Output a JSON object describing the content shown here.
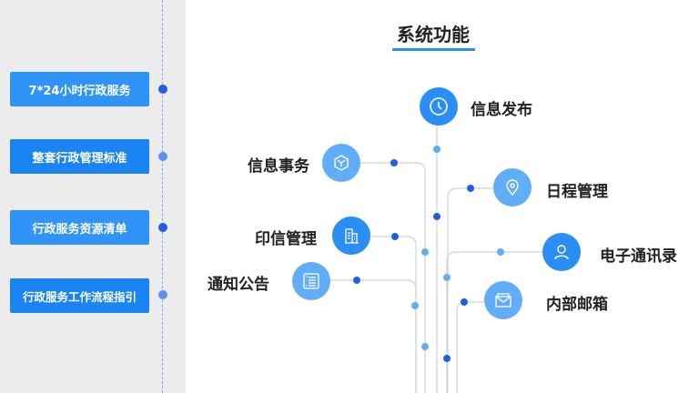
{
  "sidebar": {
    "items": [
      {
        "label": "7*24小时行政服务"
      },
      {
        "label": "整套行政管理标准"
      },
      {
        "label": "行政服务资源清单"
      },
      {
        "label": "行政服务工作流程指引"
      }
    ]
  },
  "main": {
    "title": "系统功能",
    "features": [
      {
        "label": "信息发布",
        "icon": "clock-icon"
      },
      {
        "label": "信息事务",
        "icon": "cube-icon"
      },
      {
        "label": "日程管理",
        "icon": "location-pin-icon"
      },
      {
        "label": "印信管理",
        "icon": "building-icon"
      },
      {
        "label": "电子通讯录",
        "icon": "user-icon"
      },
      {
        "label": "通知公告",
        "icon": "list-icon"
      },
      {
        "label": "内部邮箱",
        "icon": "mail-icon"
      }
    ]
  },
  "colors": {
    "primary": "#2b8ef5",
    "light": "#62adf8",
    "dot_dark": "#1f5fe6"
  }
}
